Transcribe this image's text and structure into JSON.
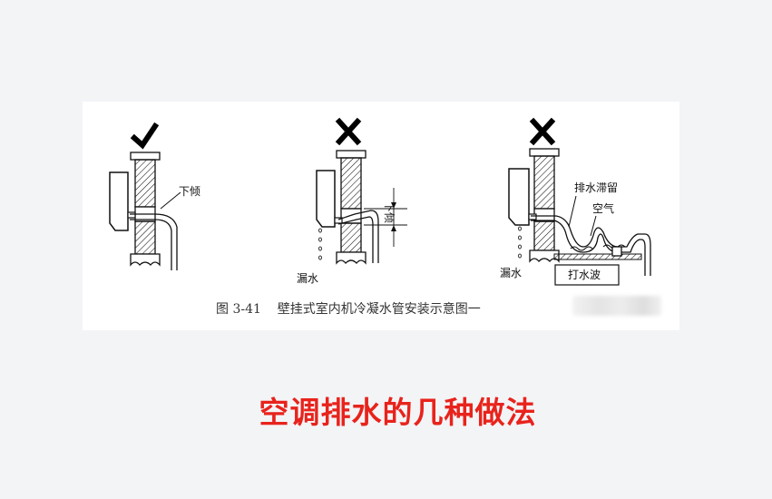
{
  "figure": {
    "caption": "图 3-41    壁挂式室内机冷凝水管安装示意图一",
    "panels": [
      {
        "mark": "check",
        "labels": [
          "下倾"
        ]
      },
      {
        "mark": "cross",
        "labels": [
          "下倾",
          "漏水"
        ]
      },
      {
        "mark": "cross",
        "labels": [
          "排水滞留",
          "空气",
          "漏水",
          "打水波"
        ]
      }
    ]
  },
  "headline": "空调排水的几种做法",
  "colors": {
    "headline": "#e8231c",
    "ink": "#111111",
    "background": "#f3f4f6"
  }
}
